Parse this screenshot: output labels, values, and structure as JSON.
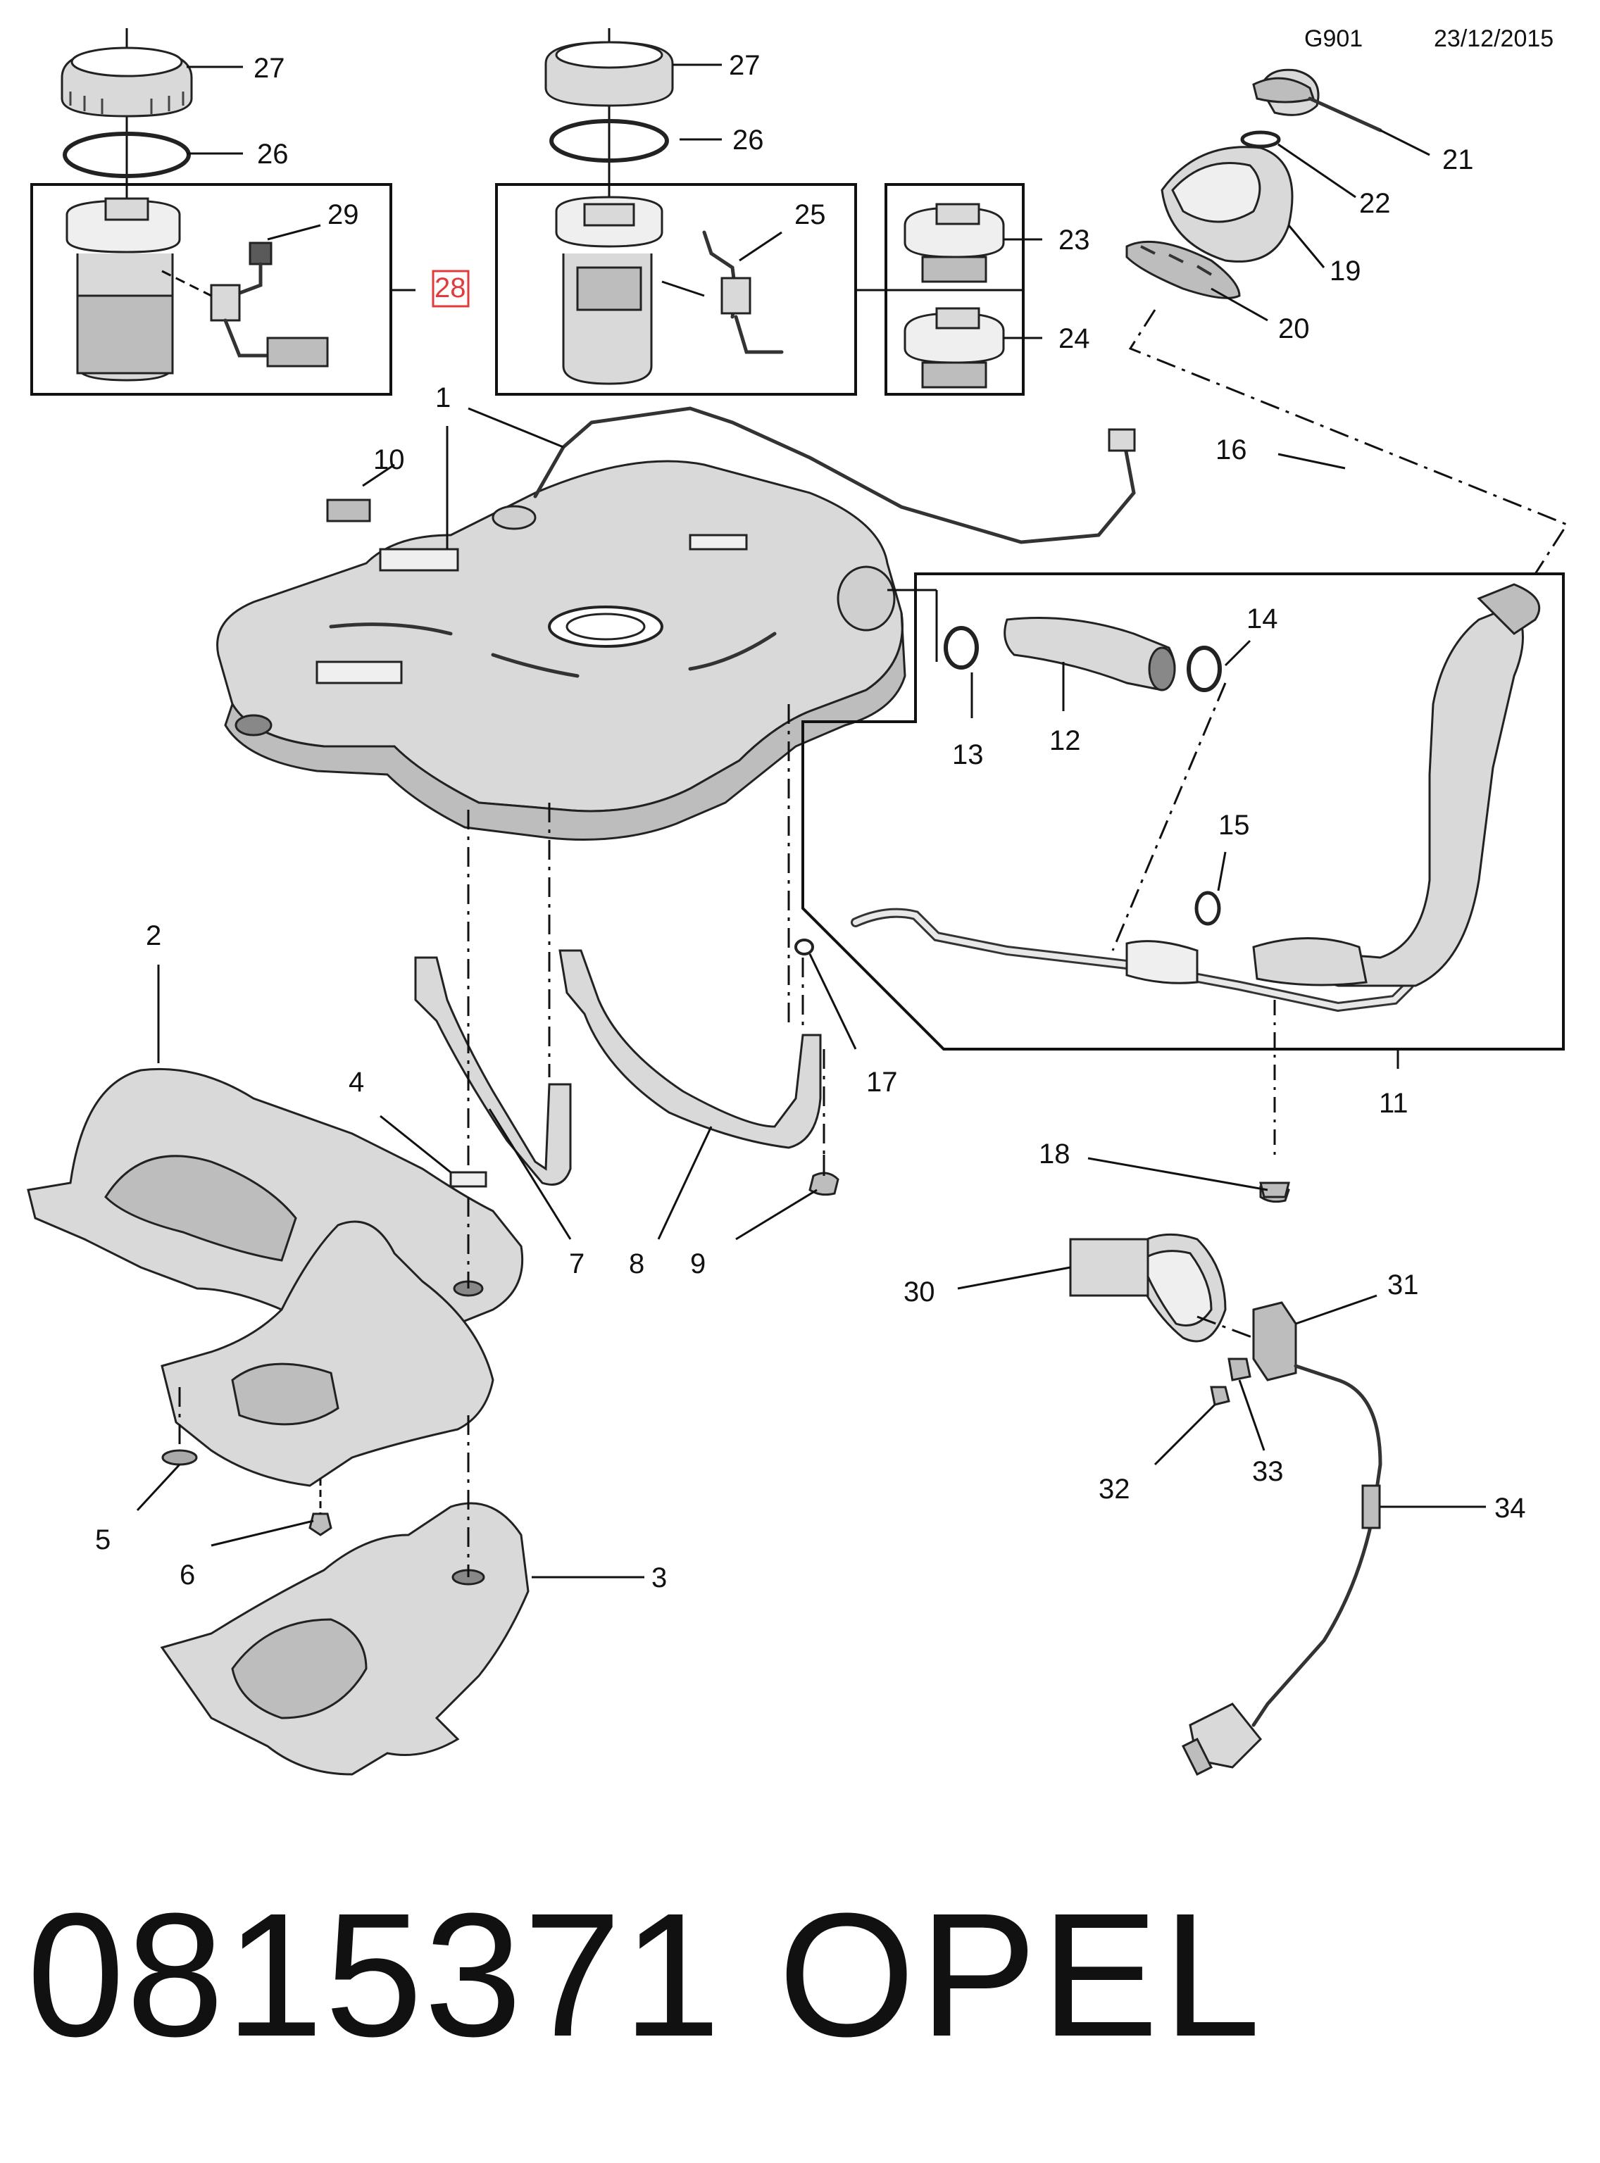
{
  "header": {
    "code": "G901",
    "date": "23/12/2015"
  },
  "footer": {
    "part_number": "0815371",
    "brand": "OPEL"
  },
  "callouts": {
    "c1": "1",
    "c2": "2",
    "c3": "3",
    "c4": "4",
    "c5": "5",
    "c6": "6",
    "c7": "7",
    "c8": "8",
    "c9": "9",
    "c10": "10",
    "c11": "11",
    "c12": "12",
    "c13": "13",
    "c14": "14",
    "c15": "15",
    "c16": "16",
    "c17": "17",
    "c18": "18",
    "c19": "19",
    "c20": "20",
    "c21": "21",
    "c22": "22",
    "c23": "23",
    "c24": "24",
    "c25": "25",
    "c26a": "26",
    "c26b": "26",
    "c27a": "27",
    "c27b": "27",
    "c28": "28",
    "c29": "29",
    "c30": "30",
    "c31": "31",
    "c32": "32",
    "c33": "33",
    "c34": "34"
  },
  "highlight_color": "#e23b3b"
}
